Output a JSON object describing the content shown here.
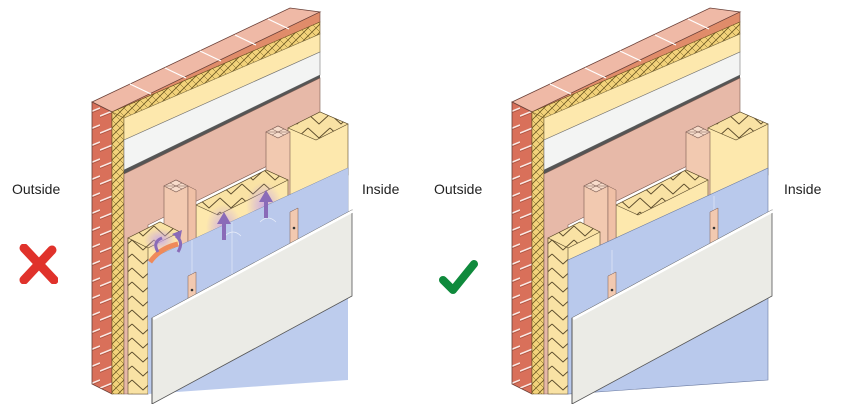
{
  "diagrams": [
    {
      "id": "incorrect",
      "outside_label": "Outside",
      "inside_label": "Inside",
      "verdict_icon": "cross-icon",
      "verdict_color": "#e0322b",
      "shows_moisture_arrows": true
    },
    {
      "id": "correct",
      "outside_label": "Outside",
      "inside_label": "Inside",
      "verdict_icon": "check-icon",
      "verdict_color": "#0f8a3c",
      "shows_moisture_arrows": false
    }
  ],
  "colors": {
    "brick_face": "#d9705a",
    "brick_top": "#efb9a6",
    "brick_top_side": "#e08c6a",
    "cavity_insulation": "#f2d27a",
    "board_yellow": "#fde8ad",
    "membrane_white": "#f3f4f3",
    "wall_pink": "#e7b9a8",
    "stud": "#f2c9b0",
    "vcl_blue": "#b9c9ec",
    "plasterboard": "#ebebe6",
    "arrow_purple": "#8a6bb8",
    "arrow_orange": "#ef8a5a"
  }
}
